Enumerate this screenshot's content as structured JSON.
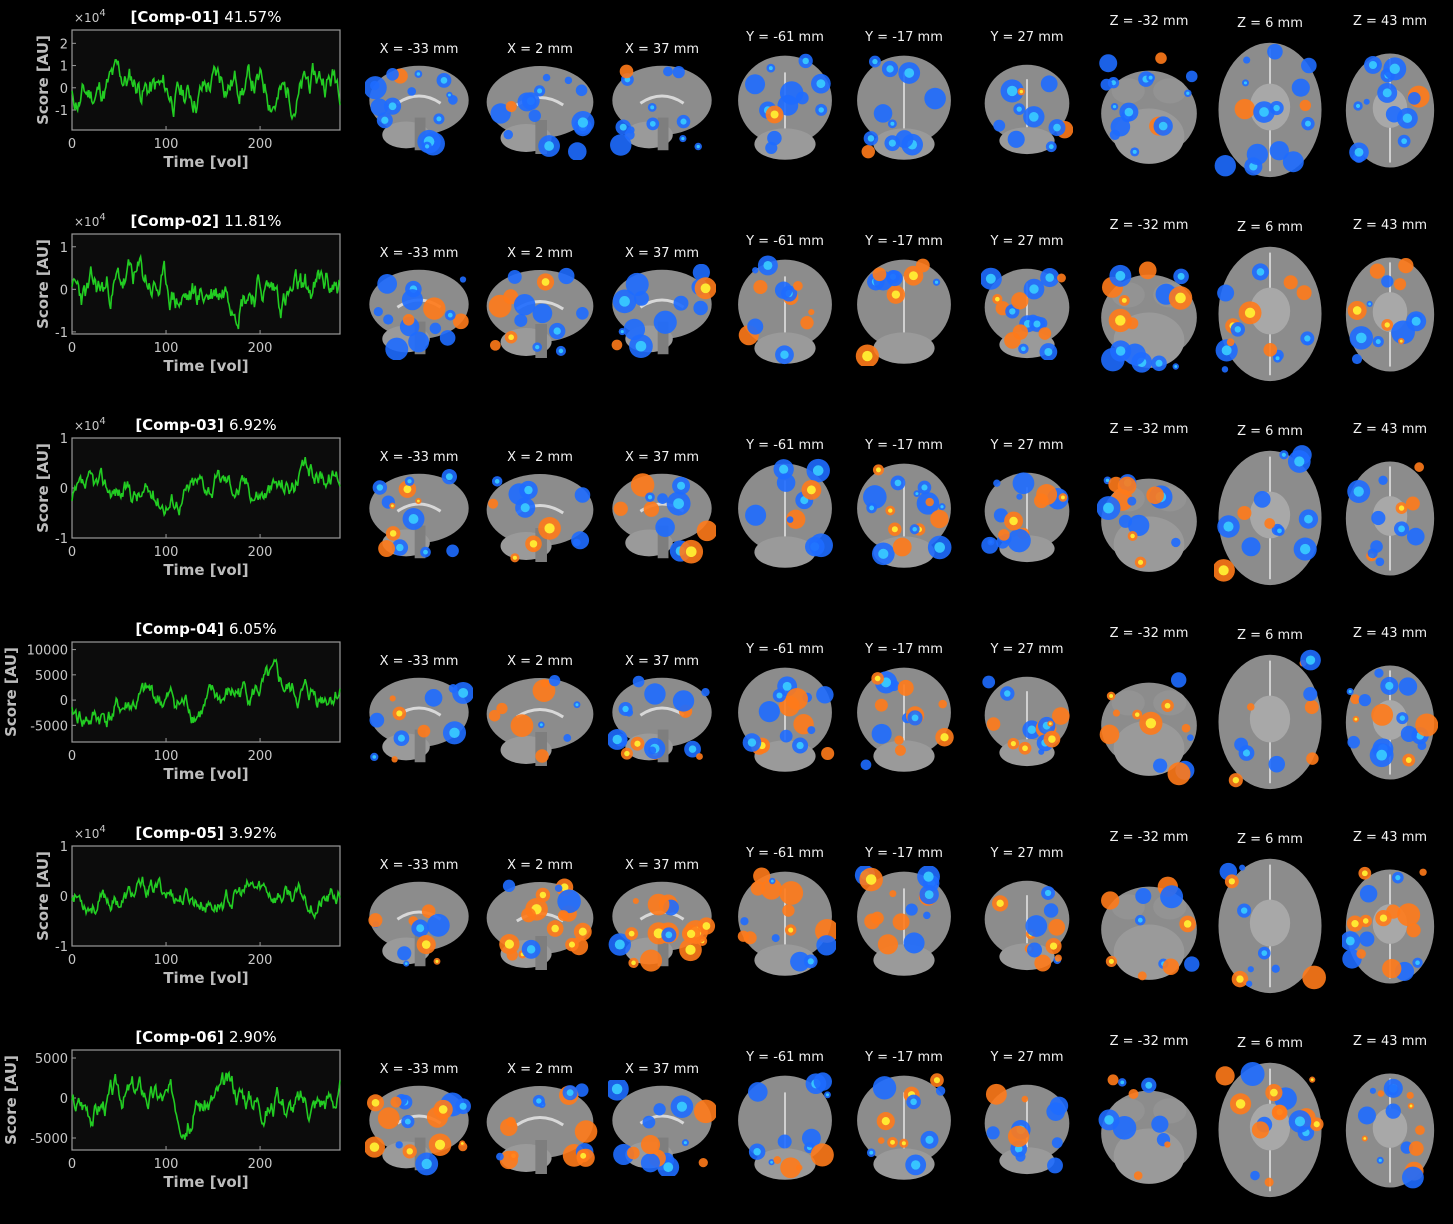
{
  "components": [
    {
      "id": "[Comp-01]",
      "pct": "41.57%",
      "exponent": "4",
      "yticks": [
        "2",
        "1",
        "0",
        "-1"
      ],
      "ytick_values": [
        2,
        1,
        0,
        -1
      ],
      "ymin": -1.9,
      "ymax": 2.6,
      "seed": 11,
      "amp": 1.05,
      "trend": 0.3
    },
    {
      "id": "[Comp-02]",
      "pct": "11.81%",
      "exponent": "4",
      "yticks": [
        "1",
        "0",
        "-1"
      ],
      "ytick_values": [
        1,
        0,
        -1
      ],
      "ymin": -1.05,
      "ymax": 1.3,
      "seed": 23,
      "amp": 0.6,
      "trend": 0.0
    },
    {
      "id": "[Comp-03]",
      "pct": "6.92%",
      "exponent": "4",
      "yticks": [
        "1",
        "0",
        "-1"
      ],
      "ytick_values": [
        1,
        0,
        -1
      ],
      "ymin": -1.0,
      "ymax": 1.0,
      "seed": 37,
      "amp": 0.35,
      "trend": 0.45
    },
    {
      "id": "[Comp-04]",
      "pct": "6.05%",
      "exponent": "",
      "yticks": [
        "10000",
        "5000",
        "0",
        "-5000"
      ],
      "ytick_values": [
        10000,
        5000,
        0,
        -5000
      ],
      "ymin": -8300,
      "ymax": 11500,
      "seed": 41,
      "amp": 3600,
      "trend": 5500
    },
    {
      "id": "[Comp-05]",
      "pct": "3.92%",
      "exponent": "4",
      "yticks": [
        "1",
        "0",
        "-1"
      ],
      "ytick_values": [
        1,
        0,
        -1
      ],
      "ymin": -1.0,
      "ymax": 1.0,
      "seed": 53,
      "amp": 0.3,
      "trend": 0.0
    },
    {
      "id": "[Comp-06]",
      "pct": "2.90%",
      "exponent": "",
      "yticks": [
        "5000",
        "0",
        "-5000"
      ],
      "ytick_values": [
        5000,
        0,
        -5000
      ],
      "ymin": -6500,
      "ymax": 6000,
      "seed": 67,
      "amp": 2500,
      "trend": 0.0
    }
  ],
  "axes": {
    "xlabel": "Time [vol]",
    "ylabel": "Score [AU]",
    "xticks": [
      "0",
      "100",
      "200"
    ],
    "xtick_values": [
      0,
      100,
      200
    ],
    "xmax": 285,
    "exp_prefix": "×10"
  },
  "slice_labels": [
    "X = -33 mm",
    "X = 2 mm",
    "X = 37 mm",
    "Y = -61 mm",
    "Y = -17 mm",
    "Y = 27 mm",
    "Z = -32 mm",
    "Z = 6 mm",
    "Z = 43 mm"
  ],
  "colors": {
    "background": "#000000",
    "trace": "#22cc22",
    "plot_bg": "#0c0c0c",
    "plot_border": "#9a9a9a",
    "positive": "#ff7a1a",
    "positive_peak": "#ffee33",
    "negative": "#1e6cff",
    "negative_peak": "#38c8ff"
  },
  "chart_data": [
    {
      "type": "line",
      "title": "[Comp-01] 41.57%",
      "xlabel": "Time [vol]",
      "ylabel": "Score [AU]",
      "xlim": [
        0,
        285
      ],
      "ylim": [
        -1.9,
        2.6
      ],
      "y_scale_exponent": "×10^4",
      "series": [
        {
          "values": "time course (approximate, not labeled)"
        }
      ]
    },
    {
      "type": "line",
      "title": "[Comp-02] 11.81%",
      "xlabel": "Time [vol]",
      "ylabel": "Score [AU]",
      "xlim": [
        0,
        285
      ],
      "ylim": [
        -1.05,
        1.3
      ],
      "y_scale_exponent": "×10^4"
    },
    {
      "type": "line",
      "title": "[Comp-03] 6.92%",
      "xlabel": "Time [vol]",
      "ylabel": "Score [AU]",
      "xlim": [
        0,
        285
      ],
      "ylim": [
        -1,
        1
      ],
      "y_scale_exponent": "×10^4"
    },
    {
      "type": "line",
      "title": "[Comp-04] 6.05%",
      "xlabel": "Time [vol]",
      "ylabel": "Score [AU]",
      "xlim": [
        0,
        285
      ],
      "ylim": [
        -8300,
        11500
      ]
    },
    {
      "type": "line",
      "title": "[Comp-05] 3.92%",
      "xlabel": "Time [vol]",
      "ylabel": "Score [AU]",
      "xlim": [
        0,
        285
      ],
      "ylim": [
        -1,
        1
      ],
      "y_scale_exponent": "×10^4"
    },
    {
      "type": "line",
      "title": "[Comp-06] 2.90%",
      "xlabel": "Time [vol]",
      "ylabel": "Score [AU]",
      "xlim": [
        0,
        285
      ],
      "ylim": [
        -6500,
        6000
      ]
    }
  ]
}
